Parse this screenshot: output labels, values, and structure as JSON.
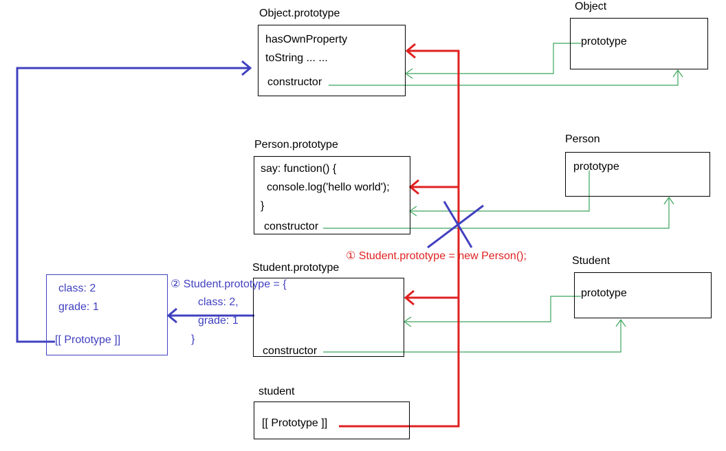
{
  "object_proto": {
    "title": "Object.prototype",
    "line1": "hasOwnProperty",
    "line2": "toString ... ...",
    "constructor": "constructor"
  },
  "object_fn": {
    "title": "Object",
    "prototype": "prototype"
  },
  "person_proto": {
    "title": "Person.prototype",
    "line1": "say: function() {",
    "line2": "console.log('hello world');",
    "line3": "}",
    "constructor": "constructor"
  },
  "person_fn": {
    "title": "Person",
    "prototype": "prototype"
  },
  "student_proto": {
    "title": "Student.prototype",
    "constructor": "constructor"
  },
  "student_fn": {
    "title": "Student",
    "prototype": "prototype"
  },
  "student_inst": {
    "title": "student",
    "proto": "[[ Prototype ]]"
  },
  "new_obj": {
    "line1": "class: 2",
    "line2": "grade: 1",
    "proto": "[[ Prototype ]]"
  },
  "annotation1": "①  Student.prototype = new Person();",
  "annotation2": {
    "line1": "② Student.prototype = {",
    "line2": "class: 2,",
    "line3": "grade: 1",
    "line4": "}"
  },
  "colors": {
    "red": "#e02020",
    "blue": "#4040c0",
    "green": "#3aa35a"
  }
}
